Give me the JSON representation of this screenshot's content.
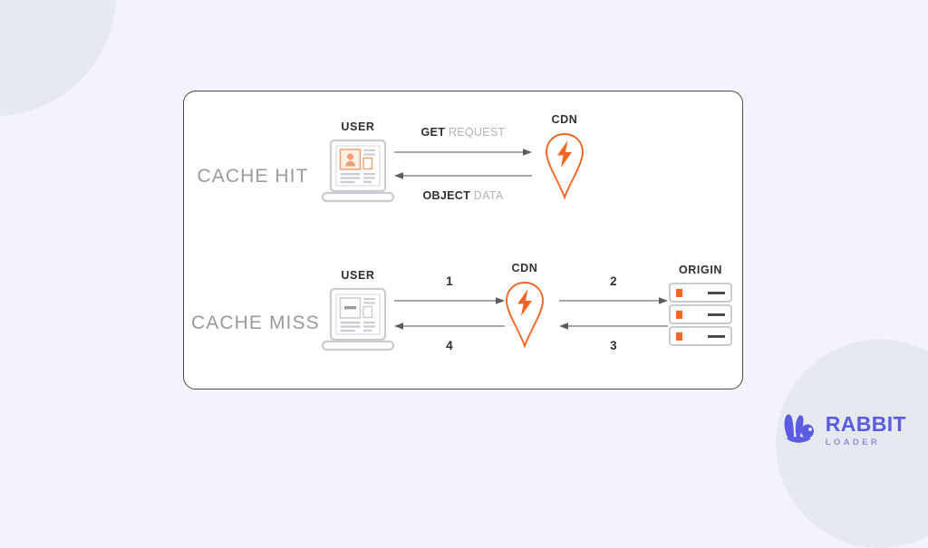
{
  "theme": {
    "background": "#f3f2fd",
    "blob": "#e3e8ef",
    "card_bg": "#ffffff",
    "card_border": "#4a4a52",
    "accent_orange": "#f26522",
    "gray_dark": "#2f3033",
    "gray_mid": "#9a9a9f",
    "gray_light": "#b3b3b8",
    "brand_purple": "#5b5ce2",
    "brand_purple_light": "#8e8fdd"
  },
  "diagram": {
    "rows": [
      {
        "label": "CACHE HIT",
        "nodes": {
          "user": "USER",
          "cdn": "CDN"
        },
        "arrows": [
          {
            "direction": "right",
            "label_html": "<b>GET</b> REQUEST",
            "label_plain": "GET REQUEST",
            "position": "above"
          },
          {
            "direction": "left",
            "label_html": "<b>OBJECT</b> DATA",
            "label_plain": "OBJECT DATA",
            "position": "below"
          }
        ]
      },
      {
        "label": "CACHE MISS",
        "nodes": {
          "user": "USER",
          "cdn": "CDN",
          "origin": "ORIGIN"
        },
        "arrows_left": [
          {
            "direction": "right",
            "label_plain": "1",
            "position": "above"
          },
          {
            "direction": "left",
            "label_plain": "4",
            "position": "below"
          }
        ],
        "arrows_right": [
          {
            "direction": "right",
            "label_plain": "2",
            "position": "above"
          },
          {
            "direction": "left",
            "label_plain": "3",
            "position": "below"
          }
        ]
      }
    ]
  },
  "logo": {
    "name": "RABBIT",
    "subtitle": "LOADER",
    "mark": "rabbit-head-icon"
  },
  "icons": {
    "user": "laptop-icon",
    "cdn": "map-pin-lightning-icon",
    "origin": "server-rack-icon"
  }
}
